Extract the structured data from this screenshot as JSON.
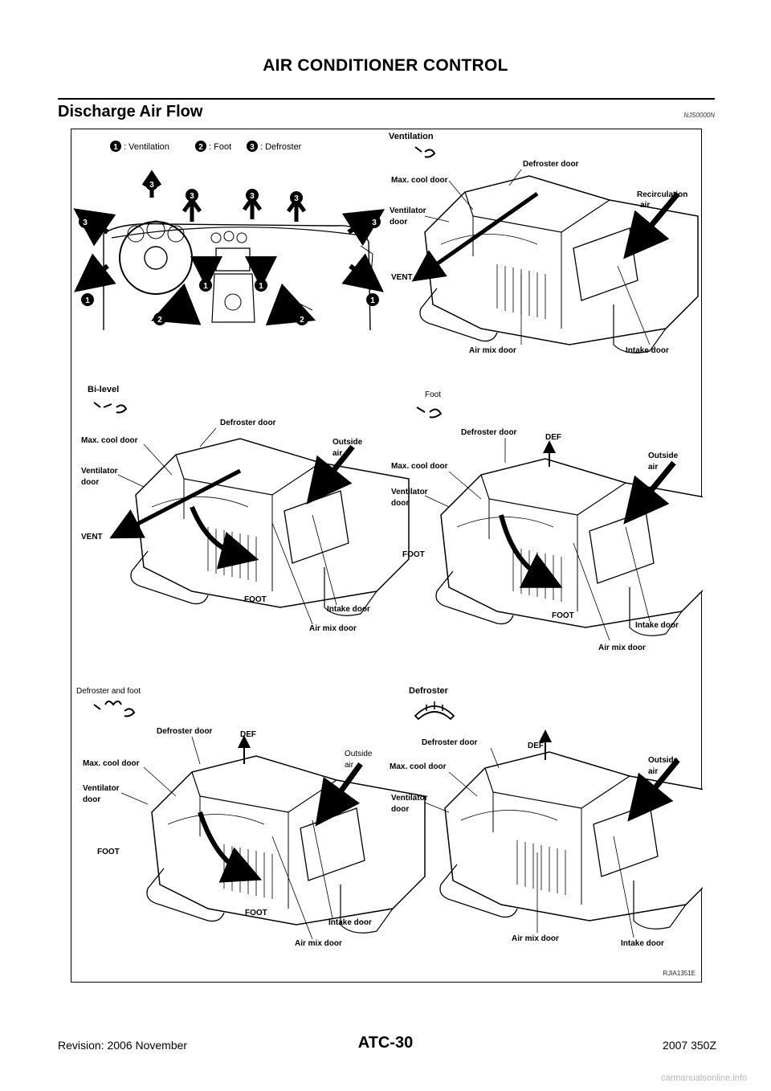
{
  "header": {
    "title": "AIR CONDITIONER CONTROL"
  },
  "section": {
    "heading": "Discharge Air Flow",
    "code": "NJS0000N"
  },
  "legend": {
    "items": [
      {
        "num": "1",
        "text": ": Ventilation"
      },
      {
        "num": "2",
        "text": ": Foot"
      },
      {
        "num": "3",
        "text": ": Defroster"
      }
    ]
  },
  "modes": {
    "ventilation": "Ventilation",
    "bilevel": "Bi-level",
    "foot": "Foot",
    "defroster_foot": "Defroster and foot",
    "defroster": "Defroster"
  },
  "labels": {
    "defroster_door": "Defroster door",
    "max_cool_door": "Max. cool door",
    "ventilator": "Ventilator",
    "door": "door",
    "recirculation": "Recirculation",
    "air": "air",
    "outside": "Outside",
    "vent": "VENT",
    "foot": "FOOT",
    "def": "DEF",
    "air_mix_door": "Air mix door",
    "intake_door": "Intake door"
  },
  "figure": {
    "code": "RJIA1351E"
  },
  "footer": {
    "revision": "Revision: 2006 November",
    "page": "ATC-30",
    "model": "2007 350Z"
  },
  "watermark": "carmanualsonline.info",
  "colors": {
    "ink": "#000000",
    "line": "#1a1a1a",
    "shade": "#e6e6e6",
    "watermark": "#b7b7b7"
  }
}
